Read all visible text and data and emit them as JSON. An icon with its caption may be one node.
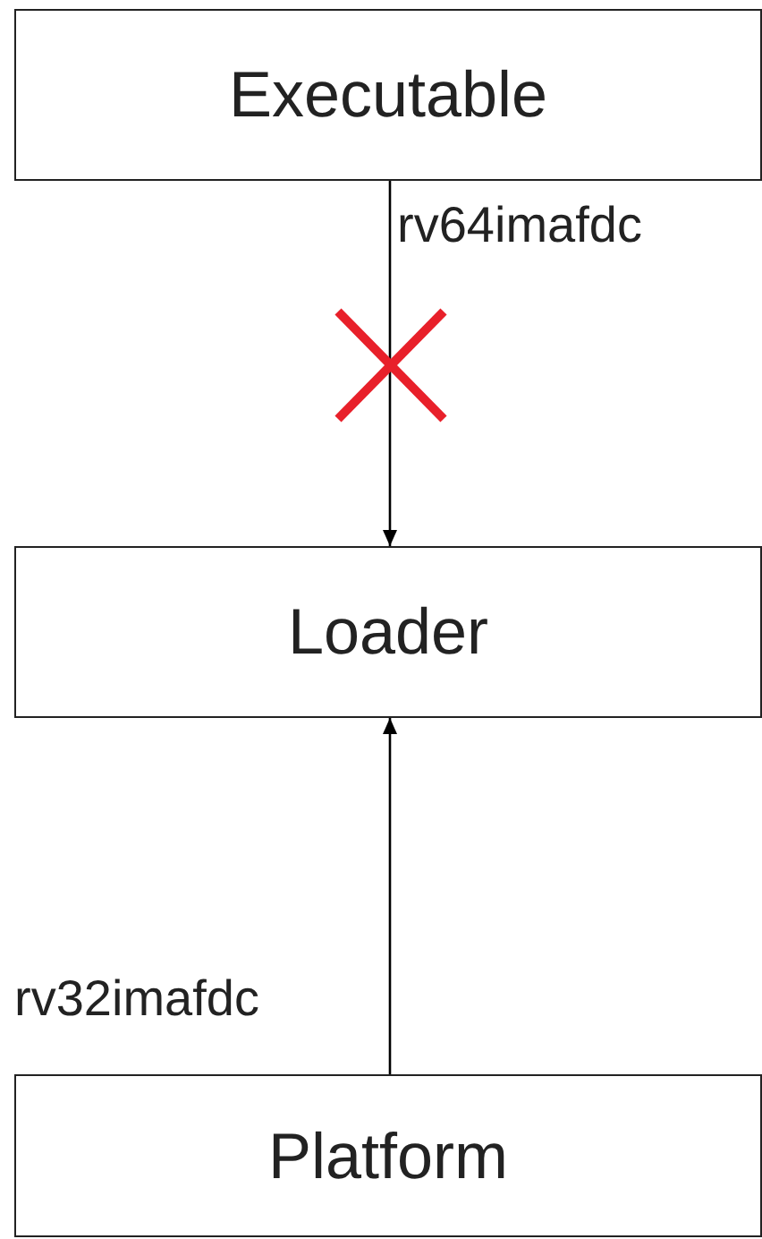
{
  "diagram": {
    "nodes": [
      {
        "text": [
          "Executable"
        ]
      },
      {
        "text": [
          "Loader"
        ]
      },
      {
        "text": [
          "Platform"
        ]
      }
    ],
    "edges": [
      {
        "from": 0,
        "to": 1,
        "arrow": "to",
        "label": "rv64imafdc"
      },
      {
        "from": 2,
        "to": 1,
        "arrow": "to",
        "label": "rv32imafdc"
      }
    ]
  }
}
